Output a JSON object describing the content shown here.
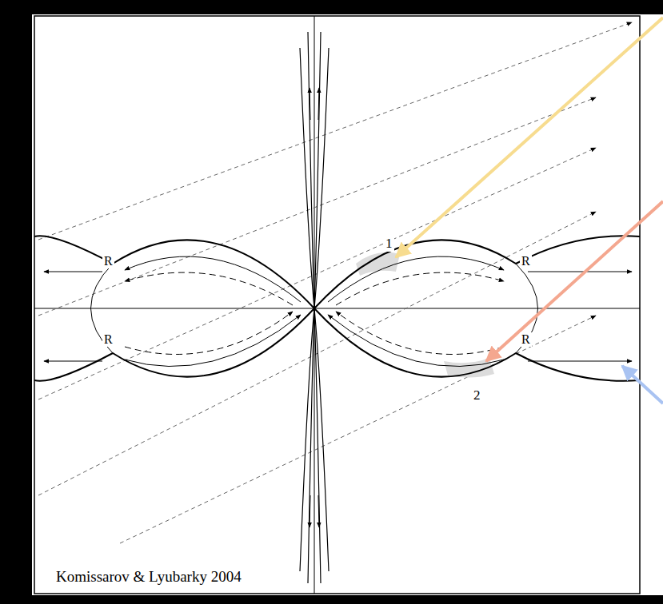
{
  "diagram": {
    "labels": [
      "1",
      "2",
      "R",
      "R",
      "R",
      "R",
      "Komissarov & Lyubarky 2004"
    ]
  }
}
